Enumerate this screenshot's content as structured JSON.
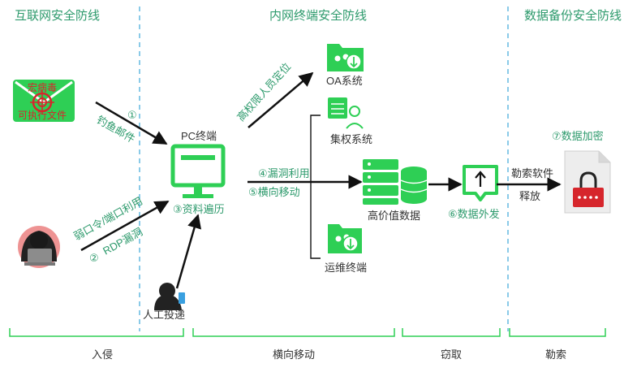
{
  "zones": {
    "internet": "互联网安全防线",
    "intranet": "内网终端安全防线",
    "backup": "数据备份安全防线"
  },
  "email": {
    "line1": "宏病毒",
    "line2": "可执行文件"
  },
  "steps": {
    "s1_num": "①",
    "s1_text": "钓鱼邮件",
    "s2_num": "②",
    "s2_text_a": "弱口令/端口利用",
    "s2_text_b": "RDP漏洞",
    "s3": "③资料遍历",
    "s4": "④漏洞利用",
    "s5": "⑤横向移动",
    "s6": "⑥数据外发",
    "s7": "⑦数据加密",
    "privilege": "高权限人员定位",
    "ransom_a": "勒索软件",
    "ransom_b": "释放"
  },
  "nodes": {
    "pc": "PC终端",
    "oa": "OA系统",
    "central": "集权系统",
    "hv": "高价值数据",
    "ops": "运维终端",
    "manual": "人工投递"
  },
  "phases": {
    "intrusion": "入侵",
    "lateral": "横向移动",
    "theft": "窃取",
    "ransom": "勒索"
  },
  "colors": {
    "accent": "#2d9a6c",
    "icon_green": "#2ecf55",
    "divider": "#3ea7d8",
    "danger": "#d6262c"
  }
}
